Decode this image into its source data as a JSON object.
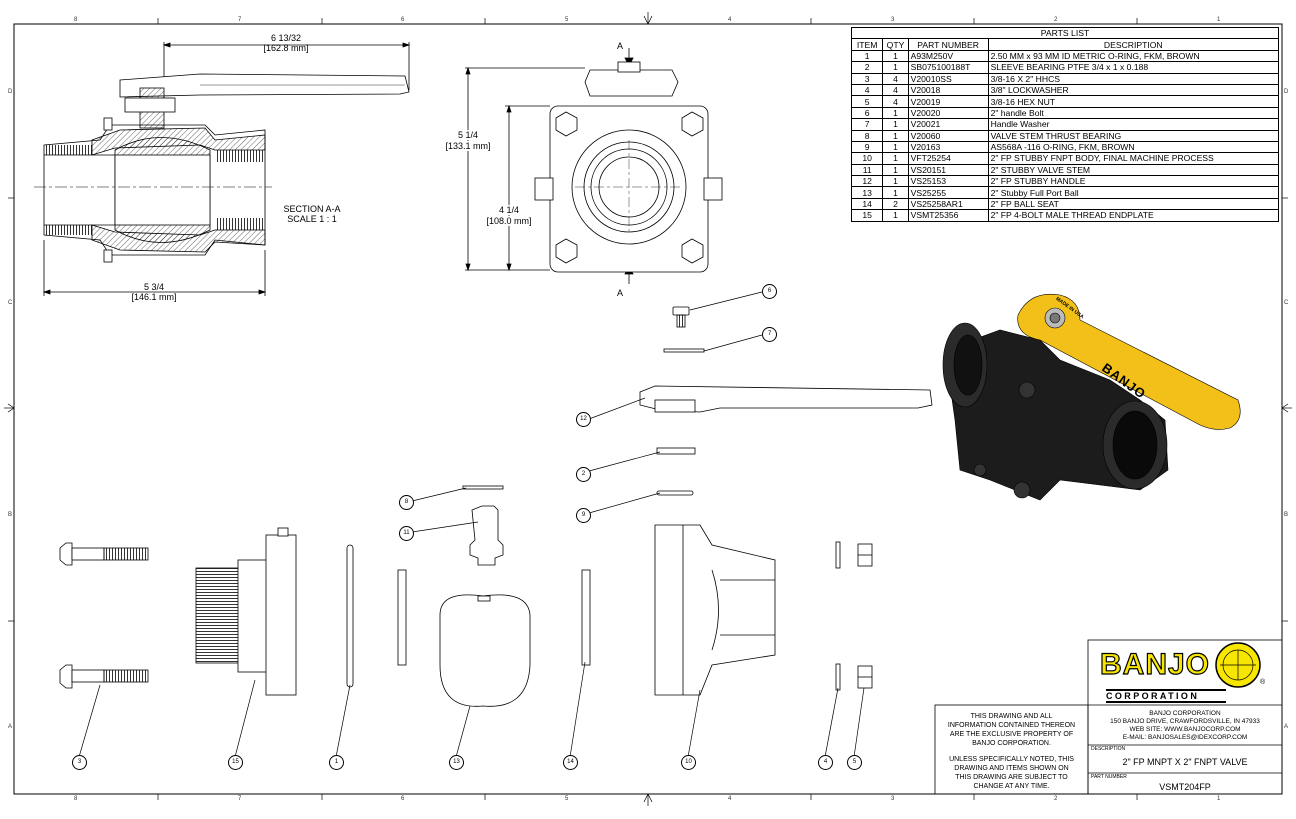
{
  "border": {
    "top_zones": [
      "8",
      "7",
      "6",
      "5",
      "4",
      "3",
      "2",
      "1"
    ],
    "bottom_zones": [
      "8",
      "7",
      "6",
      "5",
      "4",
      "3",
      "2",
      "1"
    ],
    "left_zones": [
      "D",
      "C",
      "B",
      "A"
    ],
    "right_zones": [
      "D",
      "C",
      "B",
      "A"
    ]
  },
  "section_view": {
    "label_line1": "SECTION A-A",
    "label_line2": "SCALE 1 : 1",
    "dim_top_frac": "6 13/32",
    "dim_top_mm": "[162.8 mm]",
    "dim_bottom_frac": "5 3/4",
    "dim_bottom_mm": "[146.1 mm]"
  },
  "front_view": {
    "cut_label_top": "A",
    "cut_label_bottom": "A",
    "dim_height_frac": "5 1/4",
    "dim_height_mm": "[133.1 mm]",
    "dim_bolt_frac": "4 1/4",
    "dim_bolt_mm": "[108.0 mm]"
  },
  "parts_list": {
    "title": "PARTS LIST",
    "headers": [
      "ITEM",
      "QTY",
      "PART NUMBER",
      "DESCRIPTION"
    ],
    "rows": [
      [
        "1",
        "1",
        "A93M250V",
        "2.50 MM x 93 MM ID METRIC O-RING, FKM, BROWN"
      ],
      [
        "2",
        "1",
        "SB075100188T",
        "SLEEVE BEARING PTFE 3/4 x 1 x 0.188"
      ],
      [
        "3",
        "4",
        "V20010SS",
        "3/8-16 X 2\" HHCS"
      ],
      [
        "4",
        "4",
        "V20018",
        "3/8\" LOCKWASHER"
      ],
      [
        "5",
        "4",
        "V20019",
        "3/8-16 HEX NUT"
      ],
      [
        "6",
        "1",
        "V20020",
        "2\" handle Bolt"
      ],
      [
        "7",
        "1",
        "V20021",
        "Handle Washer"
      ],
      [
        "8",
        "1",
        "V20060",
        "VALVE STEM THRUST BEARING"
      ],
      [
        "9",
        "1",
        "V20163",
        "AS568A -116 O-RING, FKM, BROWN"
      ],
      [
        "10",
        "1",
        "VFT25254",
        "2\" FP STUBBY FNPT BODY, FINAL MACHINE PROCESS"
      ],
      [
        "11",
        "1",
        "VS20151",
        "2\" STUBBY VALVE STEM"
      ],
      [
        "12",
        "1",
        "VS25153",
        "2\" FP STUBBY HANDLE"
      ],
      [
        "13",
        "1",
        "VS25255",
        "2\" Stubby Full Port Ball"
      ],
      [
        "14",
        "2",
        "VS25258AR1",
        "2\" FP BALL SEAT"
      ],
      [
        "15",
        "1",
        "VSMT25356",
        "2\" FP 4-BOLT MALE THREAD ENDPLATE"
      ]
    ]
  },
  "balloons": {
    "b1": "1",
    "b2": "2",
    "b3": "3",
    "b4": "4",
    "b5": "5",
    "b6": "6",
    "b7": "7",
    "b8": "8",
    "b9": "9",
    "b10": "10",
    "b11": "11",
    "b12": "12",
    "b13": "13",
    "b14": "14",
    "b15": "15"
  },
  "handle_text": {
    "brand": "BANJO",
    "made_in": "MADE IN USA"
  },
  "title_block": {
    "notice_line1": "THIS DRAWING AND ALL",
    "notice_line2": "INFORMATION CONTAINED THEREON",
    "notice_line3": "ARE THE EXCLUSIVE PROPERTY OF",
    "notice_line4": "BANJO CORPORATION.",
    "notice2_line1": "UNLESS SPECIFICALLY NOTED, THIS",
    "notice2_line2": "DRAWING AND ITEMS SHOWN ON",
    "notice2_line3": "THIS DRAWING ARE SUBJECT TO",
    "notice2_line4": "CHANGE AT ANY TIME.",
    "logo_text": "BANJO",
    "logo_sub": "CORPORATION",
    "logo_registered": "®",
    "company": "BANJO CORPORATION",
    "address": "150 BANJO DRIVE, CRAWFORDSVILLE, IN 47933",
    "website": "WEB SITE: WWW.BANJOCORP.COM",
    "email": "E-MAIL: BANJOSALES@IDEXCORP.COM",
    "description_label": "DESCRIPTION",
    "description": "2\" FP MNPT X 2\" FNPT VALVE",
    "part_number_label": "PART NUMBER",
    "part_number": "VSMT204FP"
  },
  "colors": {
    "handle_yellow": "#f2c018",
    "body_black": "#1c1c1c",
    "logo_yellow": "#f7e600"
  }
}
